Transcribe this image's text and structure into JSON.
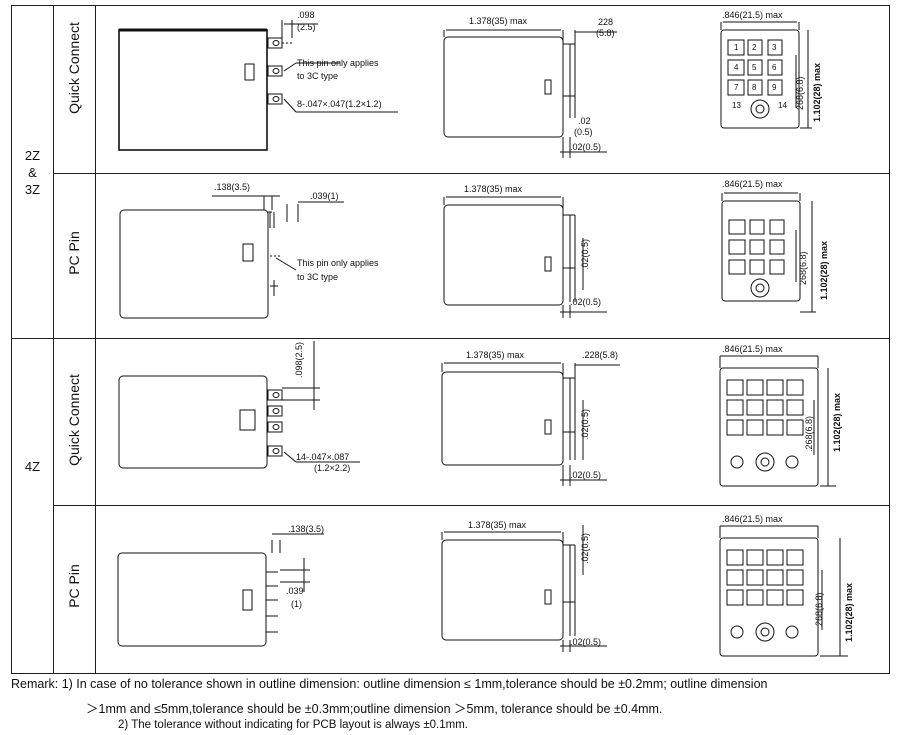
{
  "groups": [
    {
      "label_lines": [
        "2Z",
        "&",
        "3Z"
      ]
    },
    {
      "label_lines": [
        "4Z"
      ]
    }
  ],
  "row_types": [
    "Quick Connect",
    "PC Pin",
    "Quick Connect",
    "PC Pin"
  ],
  "dims": {
    "width_max": "1.378(35) max",
    "depth_max": ".846(21.5) max",
    "height_max": "1.102(28) max",
    "pin_spacing": ".268(6.8)",
    "pin_spacing_a": ".268(6.8)",
    "pin_spacing_b": "268(6.8)",
    "pin_len": ".228(5.8)",
    "pin_len_a": "228",
    "pin_len_b": "(5.8)",
    "gap": ".02(0.5)",
    "gap_a": ".02",
    "gap_b": "(0.5)",
    "pitch": ".098(2.5)",
    "pitch_a": ".098",
    "pitch_b": "(2.5)",
    "pc_offset": ".138(3.5)",
    "pc_pin": ".039(1)",
    "pc_pin_a": ".039",
    "pc_pin_b": "(1)",
    "qc_tab_3z": "8-.047×.047(1.2×1.2)",
    "qc_tab_4z_a": "14-.047×.087",
    "qc_tab_4z_b": "(1.2×2.2)"
  },
  "notes": {
    "pin_only_a": "This pin only applies",
    "pin_only_b": "to 3C type"
  },
  "terminal_numbers": {
    "r1": [
      "1",
      "2",
      "3"
    ],
    "r2": [
      "4",
      "5",
      "6"
    ],
    "r3": [
      "7",
      "8",
      "9"
    ],
    "r4": [
      "13",
      "14"
    ]
  },
  "remarks": {
    "line1": "Remark: 1) In case of no tolerance shown in outline dimension: outline dimension ≤ 1mm,tolerance should be ±0.2mm; outline dimension",
    "line2": "＞1mm and ≤5mm,tolerance should be ±0.3mm;outline dimension ＞5mm, tolerance should be ±0.4mm.",
    "line3": "2) The tolerance without indicating for PCB layout is always ±0.1mm."
  }
}
